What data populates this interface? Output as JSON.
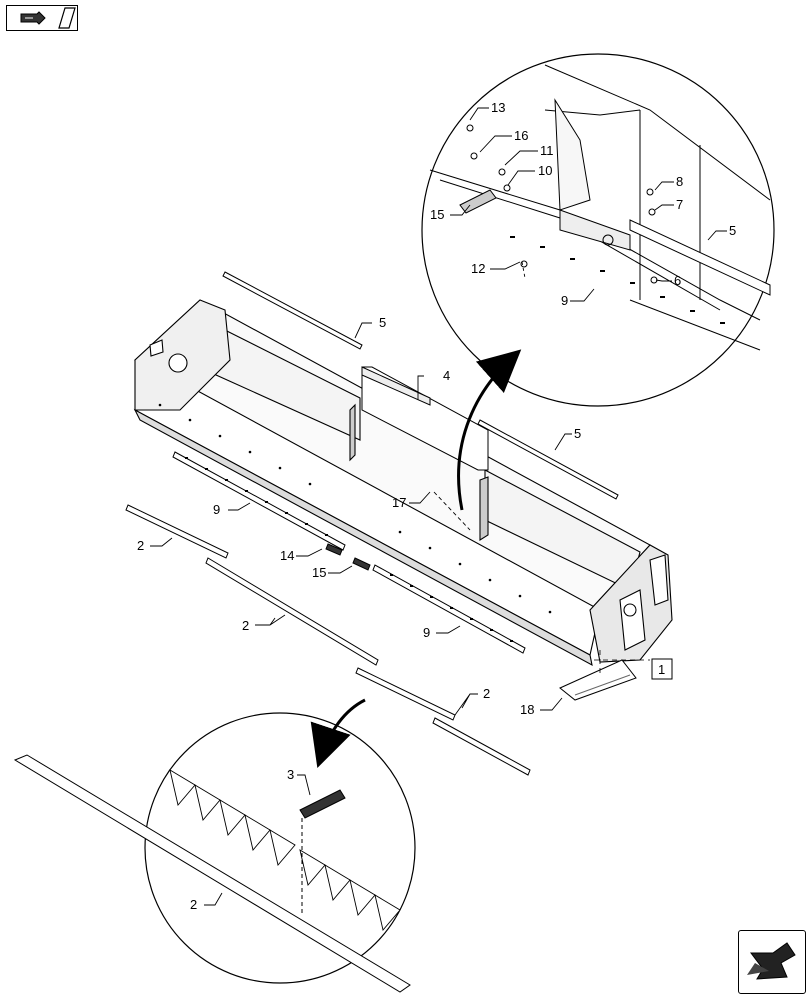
{
  "diagram": {
    "callouts": {
      "c1": "1",
      "c2a": "2",
      "c2b": "2",
      "c2c": "2",
      "c2d": "2",
      "c3": "3",
      "c4": "4",
      "c5a": "5",
      "c5b": "5",
      "c5c": "5",
      "c6": "6",
      "c7": "7",
      "c8": "8",
      "c9a": "9",
      "c9b": "9",
      "c9c": "9",
      "c10": "10",
      "c11": "11",
      "c12": "12",
      "c13": "13",
      "c14": "14",
      "c15a": "15",
      "c15b": "15",
      "c16": "16",
      "c17": "17",
      "c18": "18"
    }
  },
  "navigation": {
    "previous_icon": "hand-pointing-right-icon",
    "next_icon": "arrow-down-left-icon"
  }
}
